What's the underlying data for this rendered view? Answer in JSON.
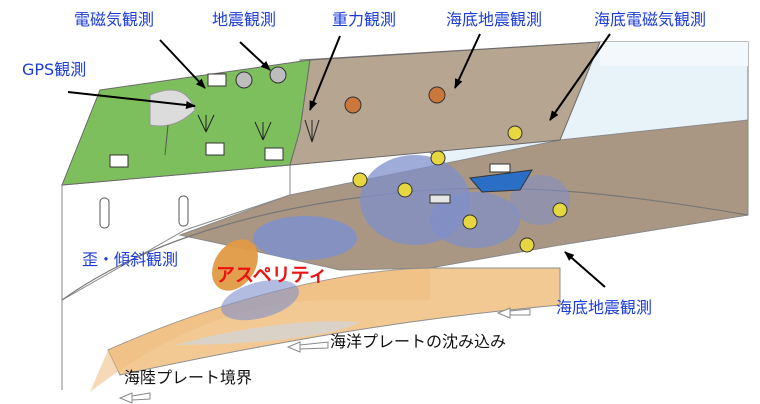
{
  "labels": {
    "em_land": "電磁気観測",
    "seismic_land": "地震観測",
    "gravity": "重力観測",
    "seafloor_seismic_top": "海底地震観測",
    "seafloor_em": "海底電磁気観測",
    "gps": "GPS観測",
    "strain_tilt": "歪・傾斜観測",
    "asperity": "アスペリティ",
    "seafloor_seismic_bottom": "海底地震観測",
    "plate_subduction": "海洋プレートの沈み込み",
    "plate_boundary": "海陸プレート境界"
  },
  "colors": {
    "label_blue": "#1c3cd8",
    "asperity_red": "#ee1111",
    "land_green": "#7dbf5c",
    "seafloor_brown": "#b09d86",
    "sea_water": "#e6f1f8",
    "plate_orange": "#f1c98e",
    "asperity_blue": "#7a8bc6"
  }
}
